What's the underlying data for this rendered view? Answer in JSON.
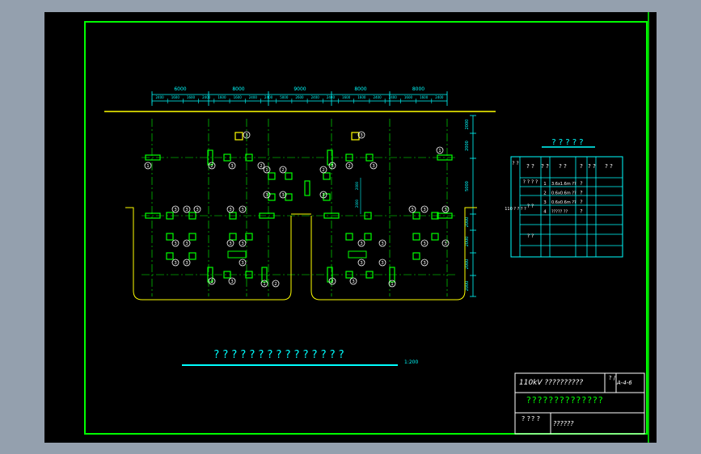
{
  "colors": {
    "background": "#94a0ae",
    "sheet": "#000000",
    "frame": "#00ff00",
    "dimension": "#00ffff",
    "bus_line": "#ffff00",
    "foundation": "#00ff00",
    "label_circle": "#ffffff",
    "centerline": "#00ff00",
    "outline": "#ffff00"
  },
  "plan": {
    "top_dimensions": {
      "spans": [
        "6000",
        "8000",
        "9000",
        "8000",
        "8000"
      ],
      "sub_spans": [
        "2400",
        "1600",
        "1600",
        "2400",
        "1600",
        "1600",
        "2400",
        "2400",
        "5000",
        "2600",
        "2400",
        "2400",
        "1600",
        "1600",
        "2400",
        "2400",
        "1600",
        "1600",
        "2400"
      ]
    },
    "right_dimensions": [
      "2000",
      "2000",
      "5000",
      "2000",
      "2000",
      "2000",
      "2000"
    ],
    "middle_dimensions": [
      "2000",
      "2000"
    ],
    "caption": "? ? ? ? ? ? ? ? ? ? ? ? ? ? ?",
    "scale": "1:200",
    "marker_labels": [
      "1",
      "2",
      "3"
    ]
  },
  "material_table": {
    "title": "? ? ? ? ?",
    "headers": [
      "? ?",
      "? ?",
      "? ?",
      "?",
      "? ?",
      "? ?"
    ],
    "header_row_label": "? ? ? ?",
    "group_label": "? ?",
    "side_label": "110 ? ? ? ?",
    "rows": [
      {
        "no": "1",
        "spec": "3.6x1.6m ??",
        "qty": "?"
      },
      {
        "no": "2",
        "spec": "0.6x0.6m ??",
        "qty": "?"
      },
      {
        "no": "3",
        "spec": "0.6x0.6m ??",
        "qty": "?"
      },
      {
        "no": "4",
        "spec": "????? ??",
        "qty": "?"
      }
    ]
  },
  "title_block": {
    "project": "110kV ??????????",
    "qmark": "? /",
    "sheet_no": "A-4-6",
    "drawing_title": "??????????????",
    "row3_a": "? ?",
    "row3_b": "? ?",
    "scale_note": "??????"
  }
}
